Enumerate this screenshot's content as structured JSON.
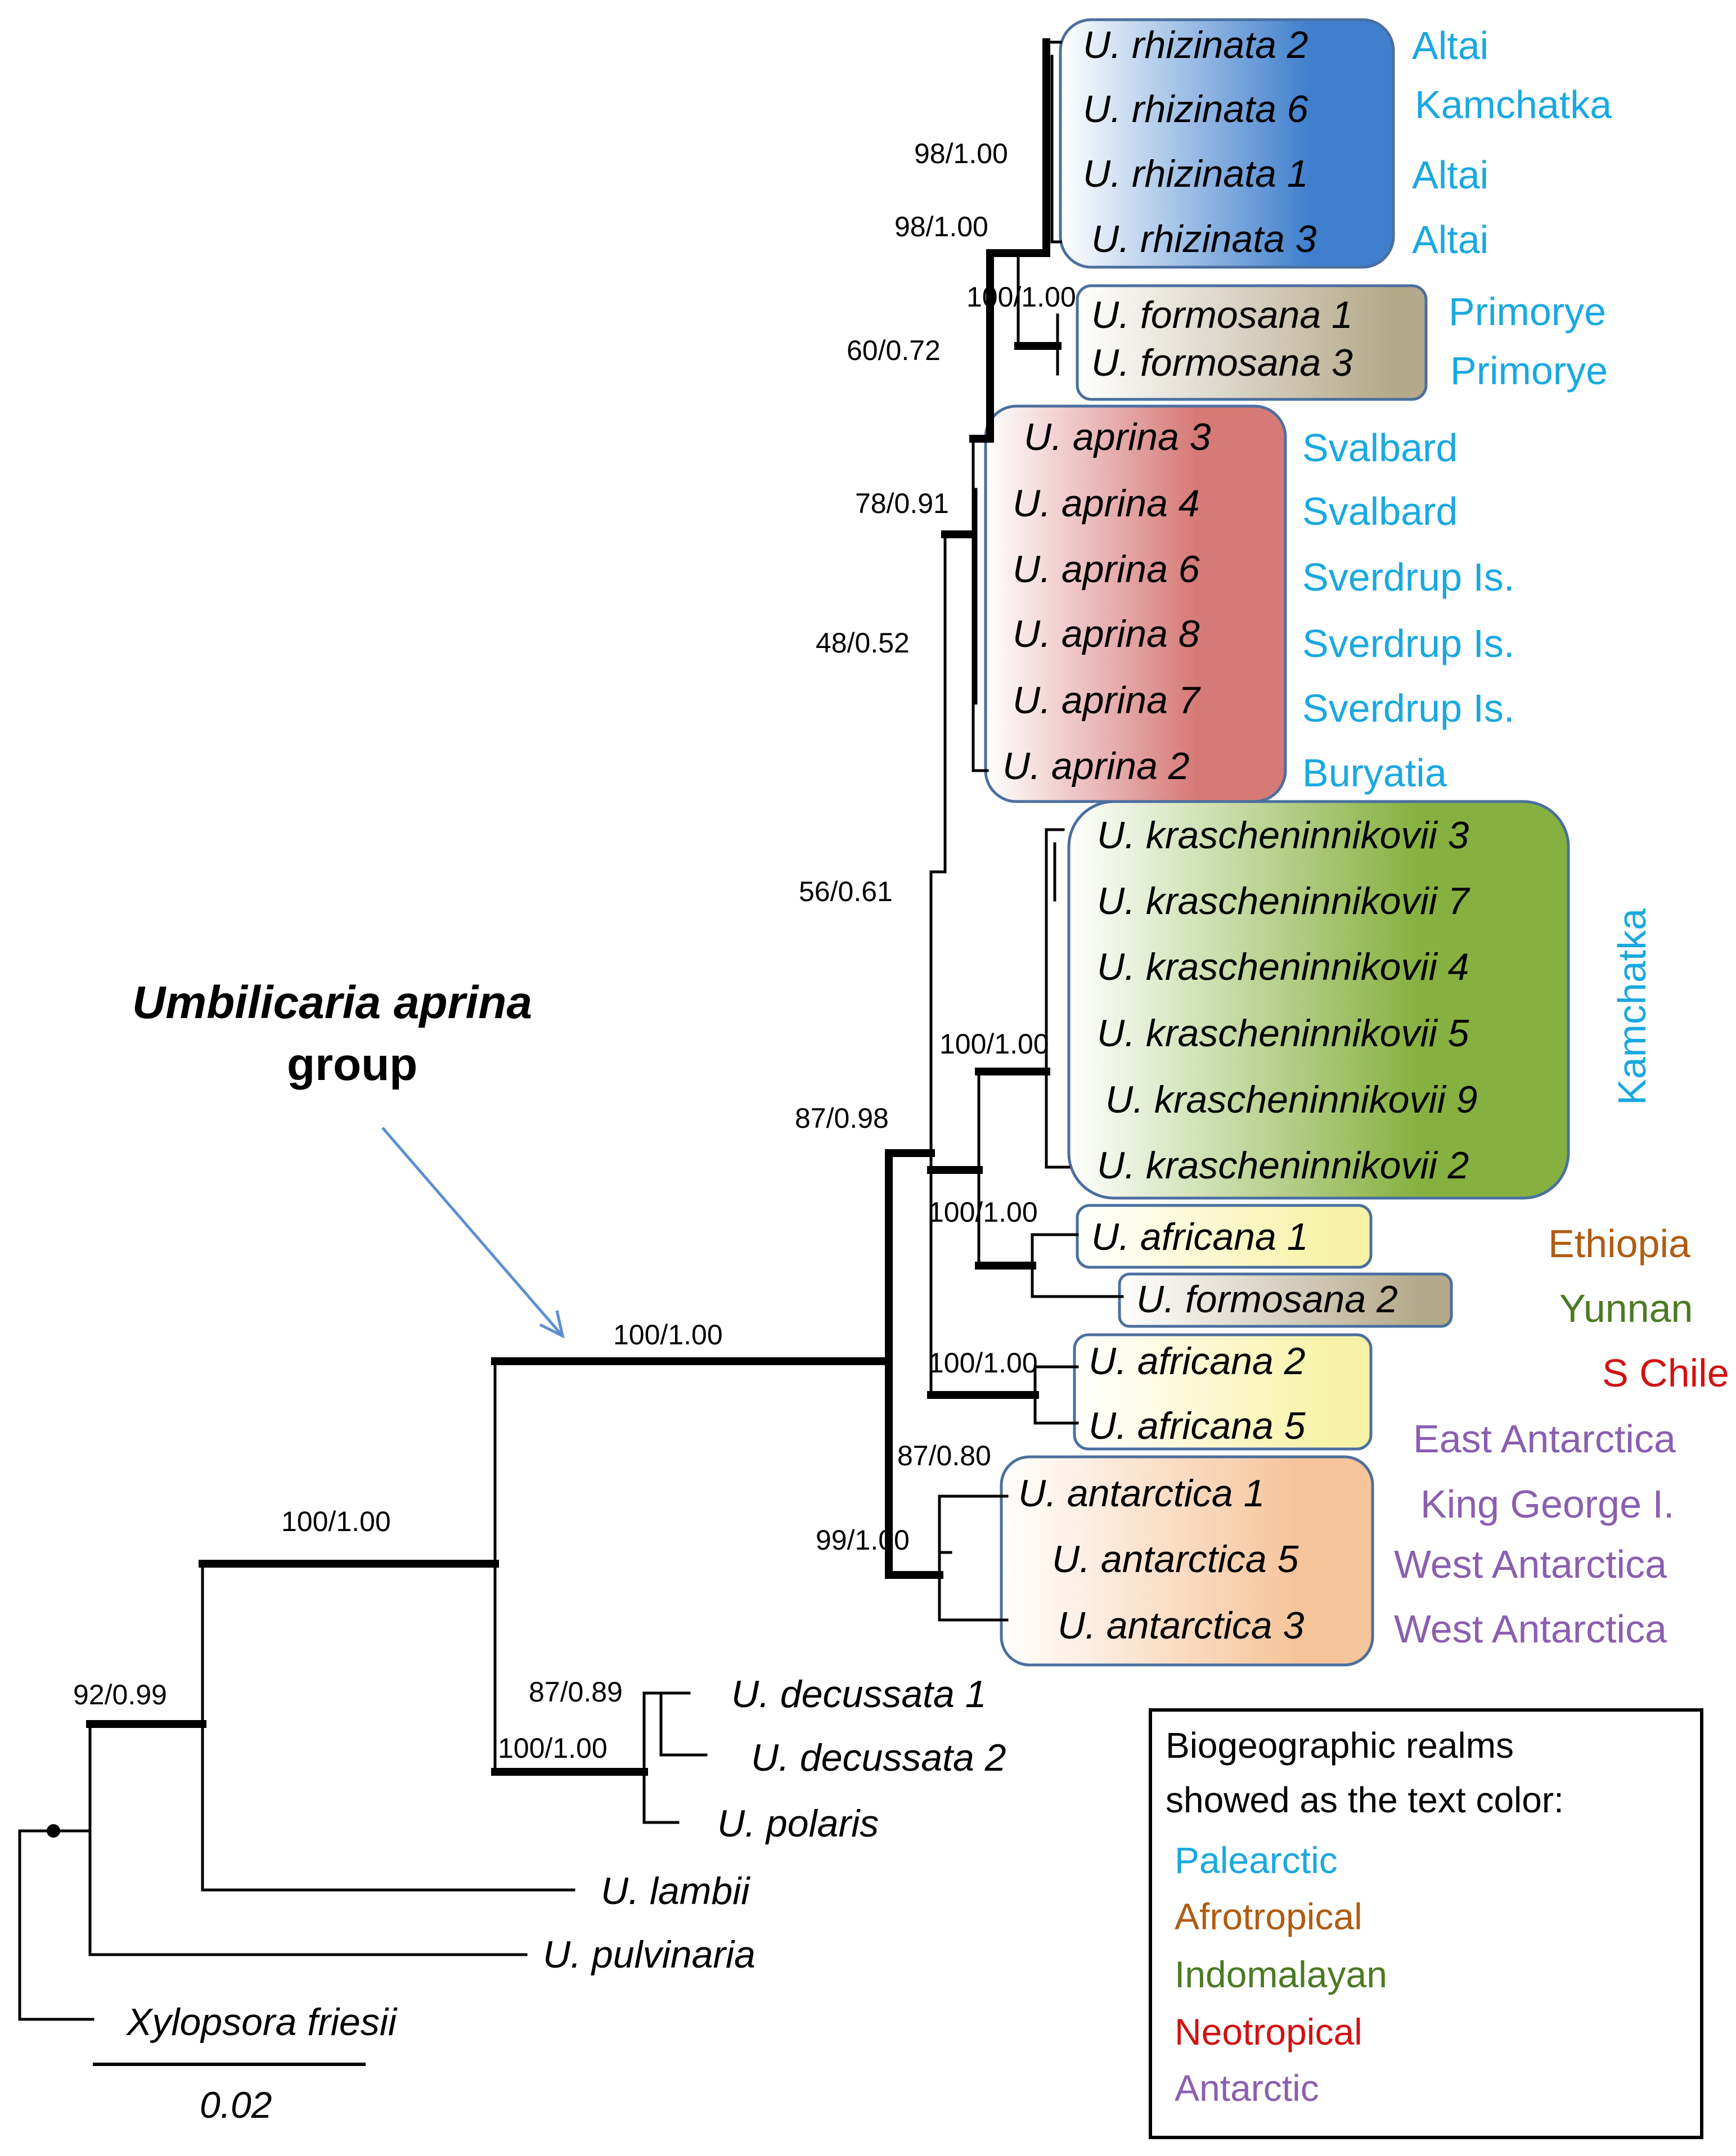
{
  "title_line1": "Umbilicaria  aprina",
  "title_line2": "group",
  "scale_label": "0.02",
  "colors": {
    "palearctic": "#1aa8e0",
    "afrotropical": "#b05c12",
    "indomalayan": "#4b7a23",
    "neotropical": "#d21212",
    "antarctic": "#8a5fb0"
  },
  "clades": {
    "rhizinata": [
      "U. rhizinata 2",
      "U. rhizinata 6",
      "U. rhizinata 1",
      "U. rhizinata 3"
    ],
    "formosana_pair": [
      "U. formosana 1",
      "U. formosana 3"
    ],
    "aprina": [
      "U. aprina 3",
      "U. aprina 4",
      "U. aprina 6",
      "U. aprina 8",
      "U. aprina 7",
      "U. aprina 2"
    ],
    "krascheninnikovii": [
      "U. krascheninnikovii 3",
      "U. krascheninnikovii 7",
      "U. krascheninnikovii 4",
      "U. krascheninnikovii 5",
      "U. krascheninnikovii 9",
      "U. krascheninnikovii 2"
    ],
    "africana1": "U. africana 1",
    "formosana2": "U. formosana 2",
    "africana_pair": [
      "U. africana 2",
      "U. africana 5"
    ],
    "antarctica": [
      "U. antarctica 1",
      "U. antarctica 5",
      "U. antarctica 3"
    ],
    "decussata": [
      "U. decussata 1",
      "U. decussata 2"
    ],
    "polaris": "U. polaris",
    "lambii": "U. lambii",
    "pulvinaria": "U. pulvinaria",
    "outgroup": "Xylopsora friesii"
  },
  "locations": {
    "rhizinata": [
      "Altai",
      "Kamchatka",
      "Altai",
      "Altai"
    ],
    "formosana_pair": [
      "Primorye",
      "Primorye"
    ],
    "aprina": [
      "Svalbard",
      "Svalbard",
      "Sverdrup Is.",
      "Sverdrup Is.",
      "Sverdrup Is.",
      "Buryatia"
    ],
    "krascheninnikovii": "Kamchatka",
    "right_column": [
      "Ethiopia",
      "Yunnan",
      "S Chile",
      "East Antarctica",
      "King George I.",
      "West Antarctica",
      "West Antarctica"
    ]
  },
  "support": {
    "rhizinata_inner": "98/1.00",
    "rhizinata": "98/1.00",
    "formosana_pair": "100/1.00",
    "rhiz_form": "60/0.72",
    "aprina": "78/0.91",
    "upper_group": "48/0.52",
    "mid_group": "56/0.61",
    "kras": "100/1.00",
    "afr1_form2": "100/1.00",
    "aprina_group": "87/0.98",
    "africana_pair": "100/1.00",
    "antarctica_inner": "87/0.80",
    "antarctica": "99/1.00",
    "main": "100/1.00",
    "ingroup": "100/1.00",
    "decussata": "87/0.89",
    "decussata_polaris": "100/1.00",
    "root": "92/0.99"
  },
  "legend": {
    "title_line1": "Biogeographic realms",
    "title_line2": "showed as the text color:",
    "items": [
      "Palearctic",
      "Afrotropical",
      "Indomalayan",
      "Neotropical",
      "Antarctic"
    ]
  }
}
